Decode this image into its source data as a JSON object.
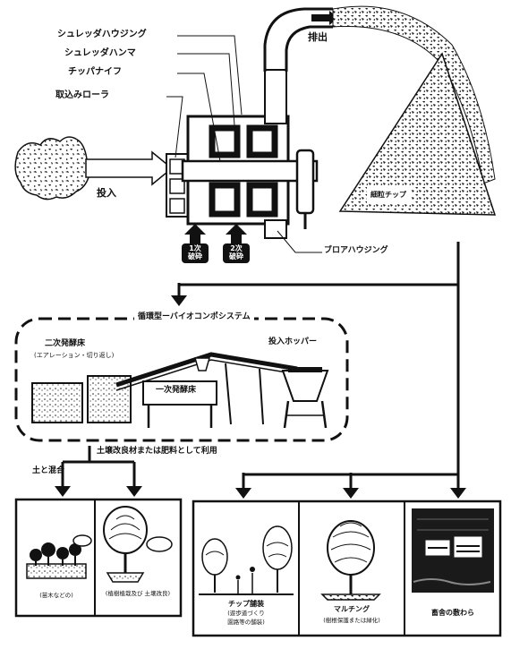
{
  "labels": {
    "shredder_housing": "シュレッダハウジング",
    "shredder_hammer": "シュレッダハンマ",
    "chipper_knife": "チッパナイフ",
    "feed_roller": "取込みローラ",
    "discharge": "排出",
    "input": "投入",
    "fine_chip": "細粒チップ",
    "blower_housing": "ブロアハウジング",
    "crusher_1": [
      "1次",
      "破砕"
    ],
    "crusher_2": [
      "2次",
      "破砕"
    ]
  },
  "system": {
    "title": "循環型ーバイオコンポシステム",
    "secondary_fermentation": "二次発酵床",
    "secondary_fermentation_note": "(エアレーション・切り返し)",
    "primary_fermentation": "一次発酵床",
    "input_hopper": "投入ホッパー",
    "usage_caption": "土壌改良材または肥料として利用"
  },
  "soil": {
    "mix_label": "土と混合",
    "panel_left_caption": "(苗木などの)",
    "panel_right_caption": "(植樹植栽及び 土壌改良)"
  },
  "uses": {
    "chip_pavement": "チップ舗装",
    "chip_pavement_note": [
      "(遊歩道づくり",
      "園路等の舗装)"
    ],
    "mulching": "マルチング",
    "mulching_note": "(樹根保護または緑化)",
    "livestock_bedding": "畜舎の敷わら"
  },
  "colors": {
    "ink": "#111111",
    "paper": "#ffffff",
    "panel_dark": "#1a1a1a"
  }
}
